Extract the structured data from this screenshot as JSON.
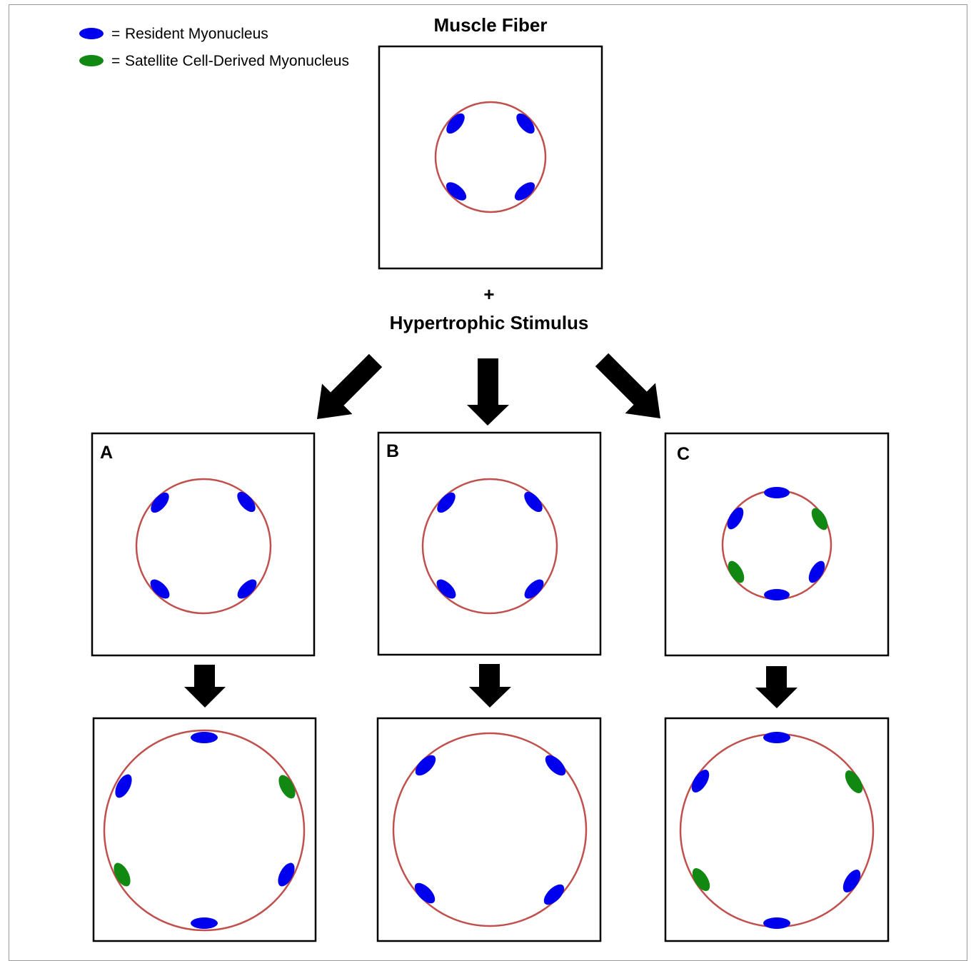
{
  "legend": {
    "resident": {
      "symbol": "=",
      "label": "Resident Myonucleus",
      "color": "#0000ee"
    },
    "satellite": {
      "symbol": "=",
      "label": "Satellite Cell-Derived Myonucleus",
      "color": "#118811"
    }
  },
  "title": "Muscle Fiber",
  "stimulus": {
    "plus": "+",
    "label": "Hypertrophic Stimulus"
  },
  "colors": {
    "fiber_outline": "#c0504d",
    "box_border": "#000000",
    "arrow": "#000000"
  },
  "panels": [
    {
      "label": "A",
      "stage1": {
        "resident_nuclei": 4,
        "satellite_nuclei": 0
      },
      "stage2": {
        "resident_nuclei": 4,
        "satellite_nuclei": 2
      }
    },
    {
      "label": "B",
      "stage1": {
        "resident_nuclei": 4,
        "satellite_nuclei": 0
      },
      "stage2": {
        "resident_nuclei": 4,
        "satellite_nuclei": 0
      }
    },
    {
      "label": "C",
      "stage1": {
        "resident_nuclei": 4,
        "satellite_nuclei": 2
      },
      "stage2": {
        "resident_nuclei": 4,
        "satellite_nuclei": 2
      }
    }
  ]
}
